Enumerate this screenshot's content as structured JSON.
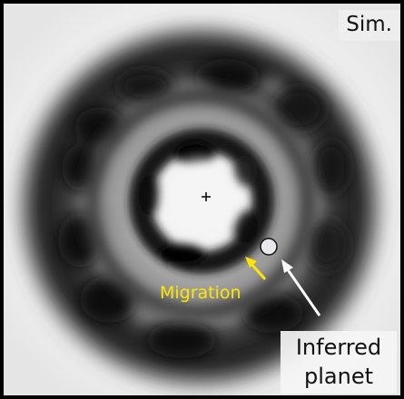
{
  "labels": {
    "sim": "Sim.",
    "migration": "Migration",
    "planet_line1": "Inferred",
    "planet_line2": "planet"
  },
  "colors": {
    "background": "#000000",
    "disk_bright": "#f4f4f4",
    "disk_dark": "#0a0a0a",
    "migration_arrow": "#ffe600",
    "planet_arrow": "#ffffff",
    "planet_marker": "#e8e8ee"
  },
  "markers": {
    "star_center_symbol": "+",
    "planet_marker": "filled-circle"
  }
}
